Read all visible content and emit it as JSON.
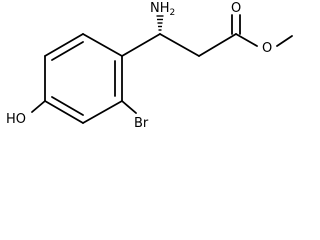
{
  "structure": {
    "atom_labels": {
      "amine": "NH2",
      "amine_main": "NH",
      "amine_subscript": "2",
      "carbonyl_oxygen": "O",
      "ester_oxygen": "O",
      "hydroxyl": "HO",
      "bromine": "Br"
    },
    "stereo": {
      "amine_bond": "hashed-wedge"
    },
    "colors": {
      "bonds": "#000000",
      "labels": "#000000",
      "background": "#ffffff"
    }
  }
}
